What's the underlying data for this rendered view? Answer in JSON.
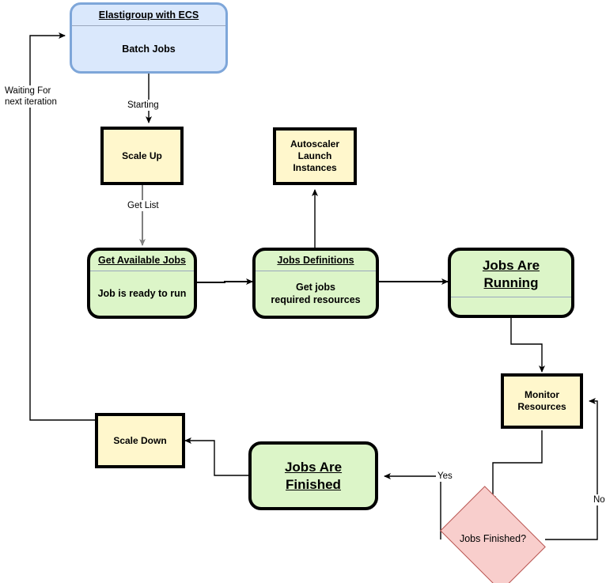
{
  "diagram": {
    "title": "Elastigroup with ECS batch jobs autoscaling flow",
    "colors": {
      "blue_fill": "#dae8fc",
      "blue_stroke": "#7ea6d9",
      "yellow_fill": "#fff7cc",
      "green_fill": "#dcf5c8",
      "pink_fill": "#f8cecc",
      "pink_stroke": "#b85450",
      "black_stroke": "#000000",
      "gray_line": "#999999"
    },
    "nodes": {
      "elastigroup": {
        "title": "Elastigroup with ECS",
        "body": "Batch Jobs"
      },
      "scale_up": {
        "label": "Scale Up"
      },
      "autoscaler": {
        "line1": "Autoscaler",
        "line2": "Launch",
        "line3": "Instances"
      },
      "get_available_jobs": {
        "title": "Get Available Jobs",
        "body": "Job is ready to run"
      },
      "jobs_definitions": {
        "title": "Jobs Definitions",
        "body_line1": "Get jobs",
        "body_line2": "required resources"
      },
      "jobs_are_running": {
        "title_line1": "Jobs Are",
        "title_line2": "Running"
      },
      "monitor_resources": {
        "line1": "Monitor",
        "line2": "Resources"
      },
      "jobs_finished_decision": {
        "label": "Jobs Finished?"
      },
      "jobs_are_finished": {
        "title_line1": "Jobs Are",
        "title_line2": "Finished"
      },
      "scale_down": {
        "label": "Scale Down"
      }
    },
    "edge_labels": {
      "starting": "Starting",
      "get_list": "Get List",
      "yes": "Yes",
      "no": "No",
      "waiting_line1": "Waiting For",
      "waiting_line2": "next iteration"
    }
  }
}
